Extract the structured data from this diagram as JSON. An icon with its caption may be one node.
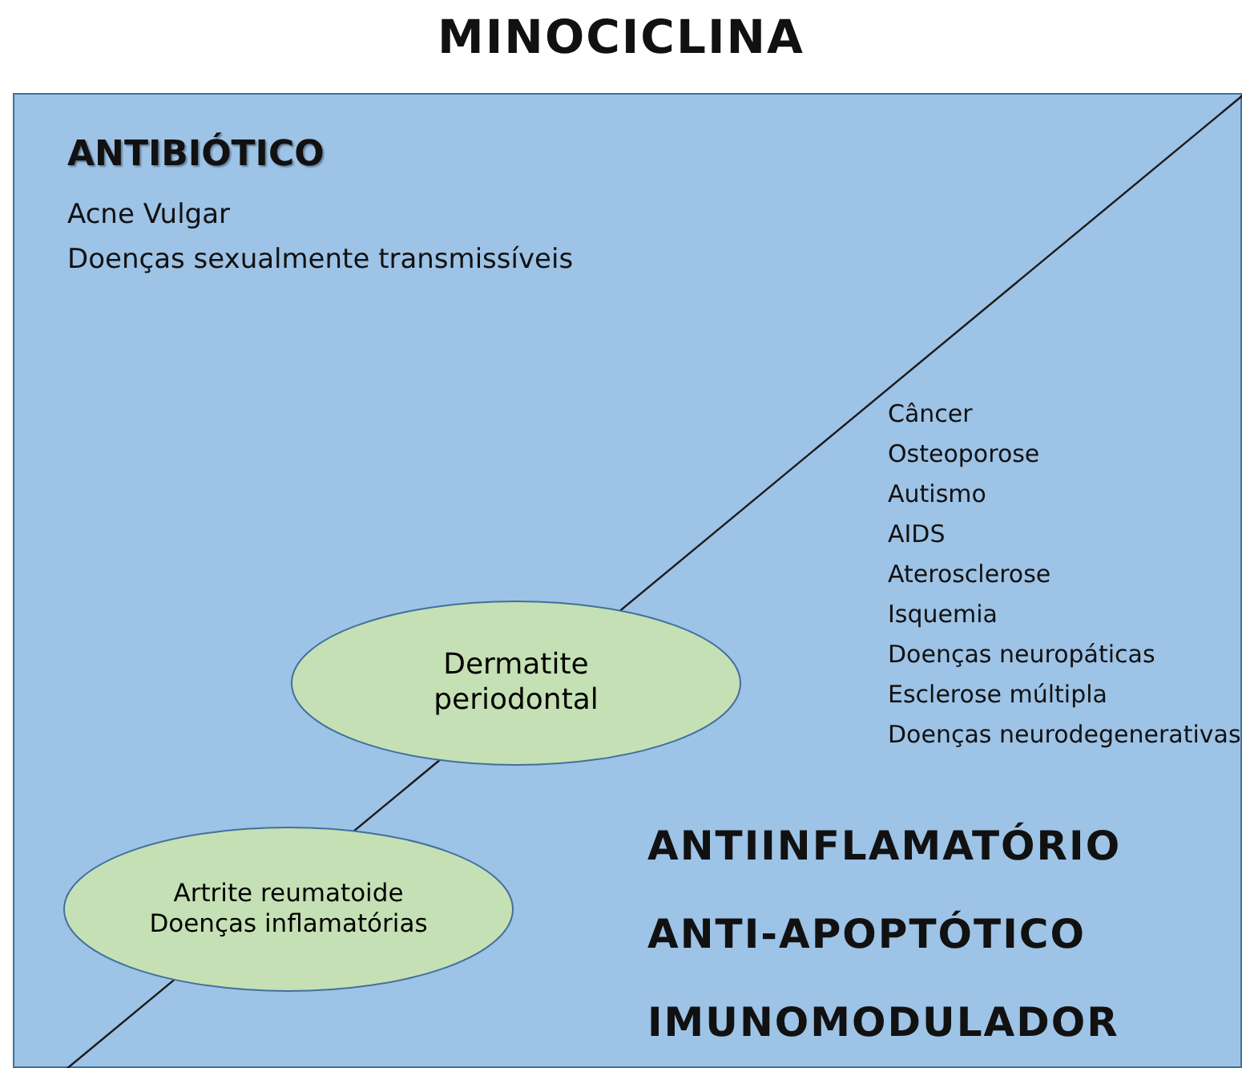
{
  "diagram": {
    "title": "MINOCICLINA",
    "nodes": [
      {
        "text": [],
        "shape": "box"
      },
      {
        "text": [
          "Dermatite periodontal"
        ],
        "in": 0
      },
      {
        "text": [
          "Artrite reumatoide",
          "Doenças inflamatórias"
        ],
        "in": 0
      }
    ],
    "labels": [
      "ANTIBIÓTICO",
      "Acne Vulgar",
      "Doenças sexualmente transmissíveis",
      "Câncer",
      "Osteoporose",
      "Autismo",
      "AIDS",
      "Aterosclerose",
      "Isquemia",
      "Doenças neuropáticas",
      "Esclerose múltipla",
      "Doenças neurodegenerativas",
      "ANTIINFLAMATÓRIO",
      "ANTI-APOPTÓTICO",
      "IMUNOMODULADOR"
    ]
  }
}
